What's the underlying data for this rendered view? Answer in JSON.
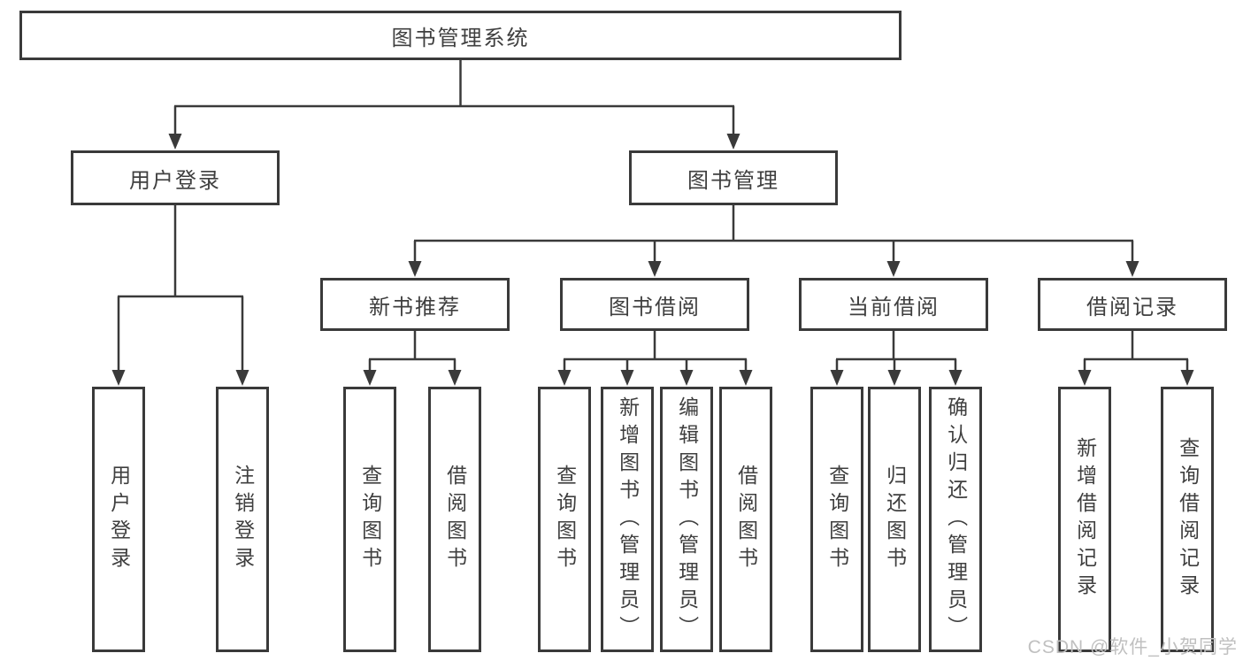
{
  "tree": {
    "label": "图书管理系统",
    "children": [
      {
        "label": "用户登录",
        "children": [
          {
            "label": "用户登录"
          },
          {
            "label": "注销登录"
          }
        ]
      },
      {
        "label": "图书管理",
        "children": [
          {
            "label": "新书推荐",
            "children": [
              {
                "label": "查询图书"
              },
              {
                "label": "借阅图书"
              }
            ]
          },
          {
            "label": "图书借阅",
            "children": [
              {
                "label": "查询图书"
              },
              {
                "label": "新增图书（管理员）"
              },
              {
                "label": "编辑图书（管理员）"
              },
              {
                "label": "借阅图书"
              }
            ]
          },
          {
            "label": "当前借阅",
            "children": [
              {
                "label": "查询图书"
              },
              {
                "label": "归还图书"
              },
              {
                "label": "确认归还（管理员）"
              }
            ]
          },
          {
            "label": "借阅记录",
            "children": [
              {
                "label": "新增借阅记录"
              },
              {
                "label": "查询借阅记录"
              }
            ]
          }
        ]
      }
    ]
  },
  "watermark": {
    "text": "CSDN @软件_小贺同学"
  },
  "colors": {
    "line": "#3a3a3a",
    "text": "#3f3f3f",
    "watermark": "#c0c0c0",
    "background": "#ffffff"
  }
}
